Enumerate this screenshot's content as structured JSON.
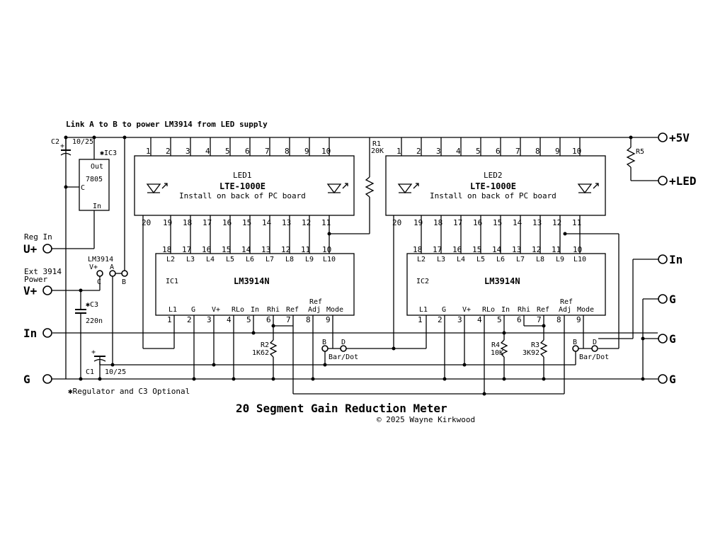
{
  "header_note": "Link A to B to power LM3914 from LED supply",
  "title": "20 Segment Gain Reduction Meter",
  "copyright": "© 2025 Wayne Kirkwood",
  "footnote": "✱Regulator and C3 Optional",
  "terminals": {
    "plus5v": "+5V",
    "plusled": "+LED",
    "u_plus": "U+",
    "v_plus": "V+",
    "in_left": "In",
    "g_left": "G",
    "in_right": "In",
    "g1": "G",
    "g2": "G",
    "g3": "G",
    "reg_in": "Reg In",
    "ext_3914": "Ext 3914",
    "power": "Power"
  },
  "regulator": {
    "ref": "✱IC3",
    "out": "Out",
    "part": "7805",
    "c": "C",
    "in": "In"
  },
  "components": {
    "c2": "C2",
    "c2_val": "10/25",
    "c1": "C1",
    "c1_val": "10/25",
    "c3": "✱C3",
    "c3_val": "220n",
    "r1": "R1",
    "r1_val": "20K",
    "r2": "R2",
    "r2_val": "1K62",
    "r3": "R3",
    "r3_val": "3K92",
    "r4": "R4",
    "r4_val": "10K",
    "r5": "R5"
  },
  "link": {
    "label": "LM3914",
    "vplus": "V+",
    "a": "A",
    "c": "C",
    "b": "B"
  },
  "led_bar": {
    "ref1": "LED1",
    "ref2": "LED2",
    "part": "LTE-1000E",
    "note": "Install on back of PC board",
    "top_pins": [
      "1",
      "2",
      "3",
      "4",
      "5",
      "6",
      "7",
      "8",
      "9",
      "10"
    ],
    "bottom_pins": [
      "20",
      "19",
      "18",
      "17",
      "16",
      "15",
      "14",
      "13",
      "12",
      "11"
    ]
  },
  "driver": {
    "ref1": "IC1",
    "ref2": "IC2",
    "part": "LM3914N",
    "top_pins": [
      "18",
      "17",
      "16",
      "15",
      "14",
      "13",
      "12",
      "11",
      "10"
    ],
    "top_labels": [
      "L2",
      "L3",
      "L4",
      "L5",
      "L6",
      "L7",
      "L8",
      "L9",
      "L10"
    ],
    "bottom_labels": [
      "L1",
      "G",
      "V+",
      "RLo",
      "In",
      "Rhi",
      "Ref",
      "Ref Adj",
      "Mode"
    ],
    "bottom_pins": [
      "1",
      "2",
      "3",
      "4",
      "5",
      "6",
      "7",
      "8",
      "9"
    ]
  },
  "mode_jumper": {
    "b": "B",
    "d": "D",
    "label": "Bar/Dot"
  }
}
